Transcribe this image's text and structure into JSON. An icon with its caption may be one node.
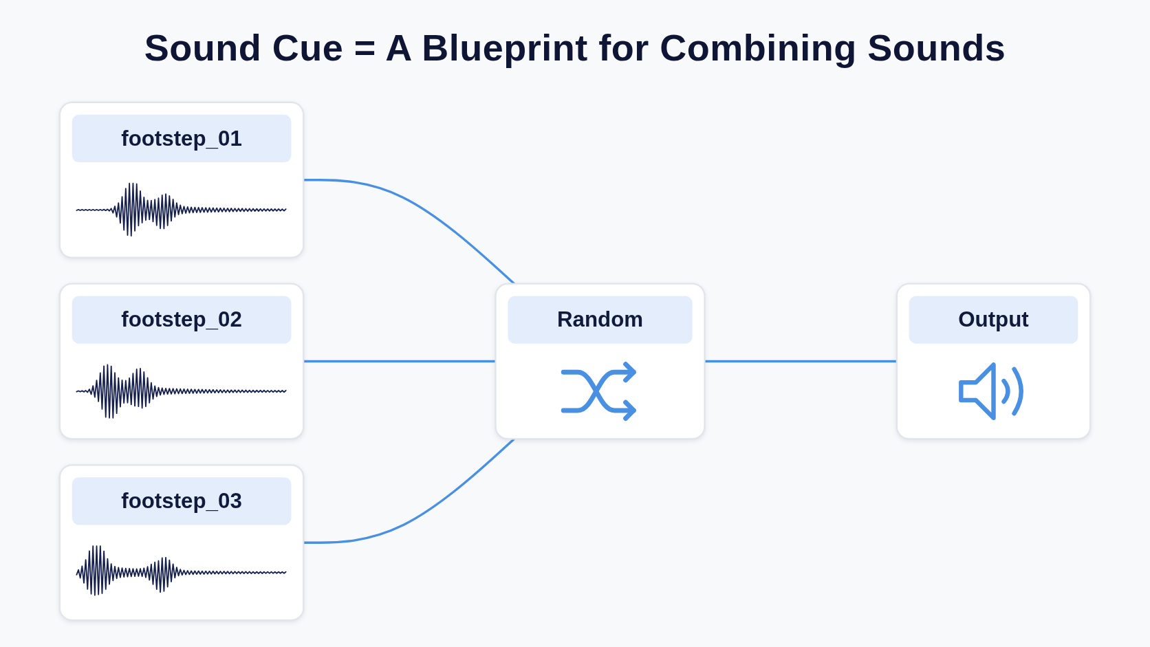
{
  "diagram": {
    "title": "Sound Cue = A Blueprint for Combining Sounds",
    "nodes": [
      {
        "text": [
          "footstep_01"
        ]
      },
      {
        "text": [
          "footstep_02"
        ]
      },
      {
        "text": [
          "footstep_03"
        ]
      },
      {
        "text": [
          "Random"
        ]
      },
      {
        "text": [
          "Output"
        ]
      }
    ],
    "edges": [
      {
        "from": 0,
        "to": 3,
        "arrow": "none"
      },
      {
        "from": 1,
        "to": 3,
        "arrow": "none"
      },
      {
        "from": 2,
        "to": 3,
        "arrow": "none"
      },
      {
        "from": 3,
        "to": 4,
        "arrow": "none"
      }
    ]
  }
}
